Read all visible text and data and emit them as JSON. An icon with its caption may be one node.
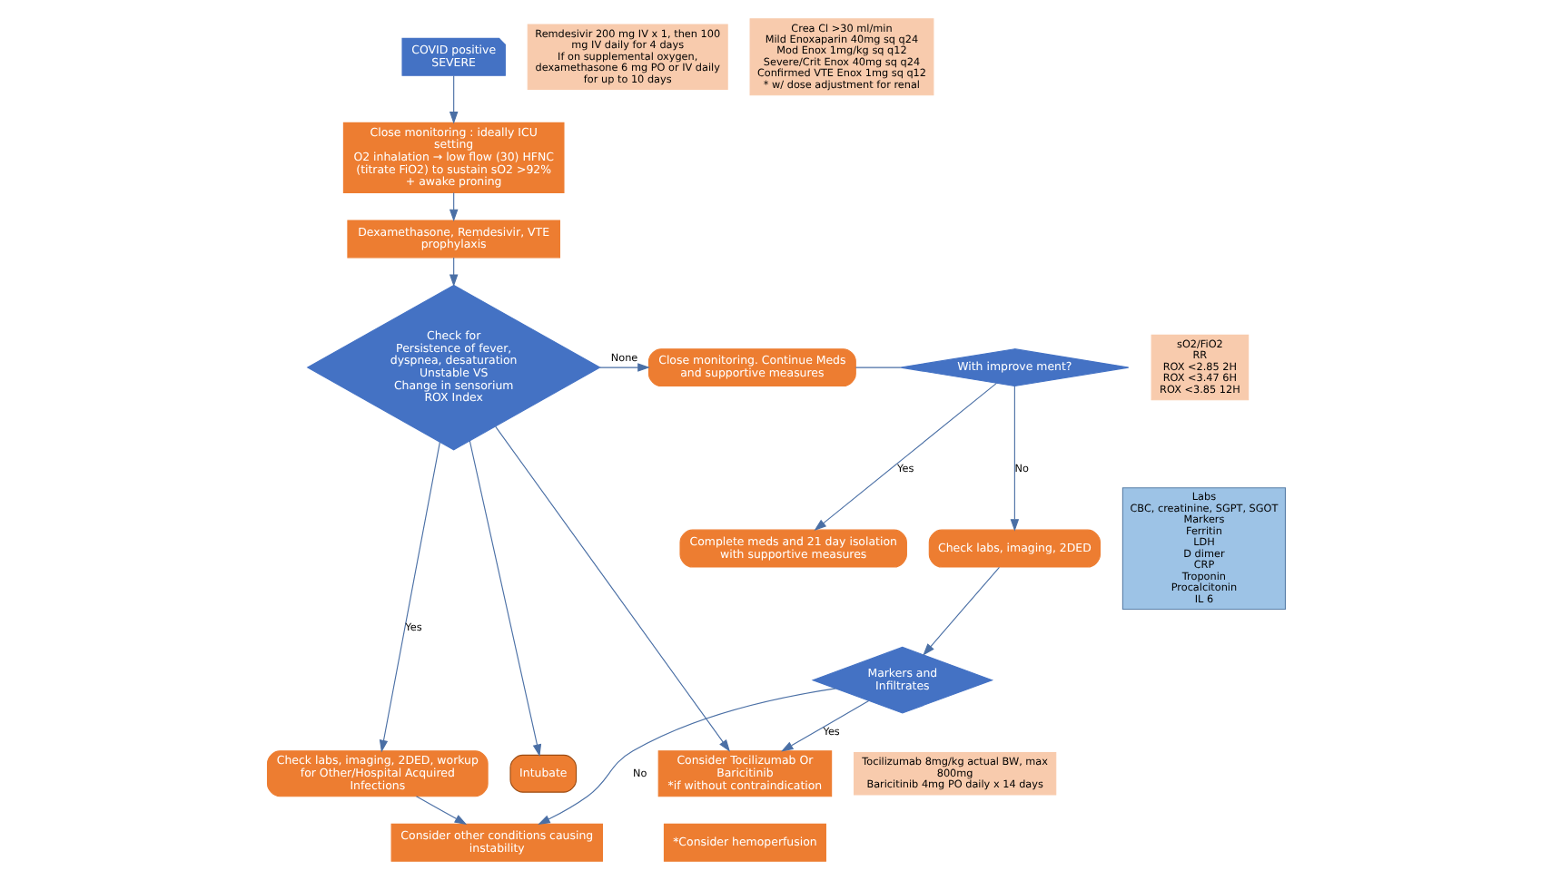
{
  "diagram": {
    "nodes": [
      {
        "text": [
          "COVID positive",
          "SEVERE"
        ]
      },
      {
        "text": [
          "Close monitoring : ideally ICU setting",
          "O2 inhalation → low flow (30) HFNC (titrate FiO2) to sustain sO2 >92% + awake proning"
        ]
      },
      {
        "text": [
          "Dexamethasone, Remdesivir, VTE prophylaxis"
        ]
      },
      {
        "text": [
          "Check for",
          "Persistence of fever,",
          "dyspnea, desaturation",
          "Unstable VS",
          "Change in sensorium",
          "ROX Index"
        ]
      },
      {
        "text": [
          "Close monitoring. Continue Meds and supportive measures"
        ]
      },
      {
        "text": [
          "With improve ment?"
        ]
      },
      {
        "text": [
          "Complete meds and 21 day isolation with supportive measures"
        ]
      },
      {
        "text": [
          "Check labs, imaging, 2DED"
        ]
      },
      {
        "text": [
          "Markers and Infiltrates"
        ]
      },
      {
        "text": [
          "Consider other conditions causing instability"
        ]
      },
      {
        "text": [
          "Check labs, imaging, 2DED, workup for Other/Hospital Acquired Infections"
        ]
      },
      {
        "text": [
          "Consider Tocilizumab Or Baricitinib",
          "*if without contraindication"
        ]
      },
      {
        "text": [
          "Intubate"
        ]
      },
      {
        "text": [
          "Remdesivir 200 mg IV x 1, then 100 mg IV daily for 4 days",
          "If on supplemental oxygen, dexamethasone 6 mg PO or IV daily for up to 10 days"
        ]
      },
      {
        "text": [
          "Crea Cl >30 ml/min",
          "Mild Enoxaparin 40mg sq q24",
          "Mod Enox 1mg/kg sq q12",
          "Severe/Crit Enox 40mg sq q24",
          "Confirmed VTE Enox 1mg sq q12",
          "* w/ dose adjustment for renal"
        ]
      },
      {
        "text": [
          "Labs",
          "CBC, creatinine, SGPT, SGOT",
          "Markers",
          "Ferritin",
          "LDH",
          "D dimer",
          "CRP",
          "Troponin",
          "Procalcitonin",
          "IL 6"
        ]
      },
      {
        "text": [
          "sO2/FiO2",
          "RR",
          "ROX <2.85 2H",
          "ROX <3.47 6H",
          "ROX <3.85 12H"
        ]
      },
      {
        "text": [
          "Tocilizumab 8mg/kg actual BW, max 800mg",
          "Baricitinib 4mg PO daily x 14 days"
        ]
      },
      {
        "text": [
          "*Consider hemoperfusion"
        ]
      }
    ],
    "edges": [
      {
        "from": 0,
        "to": 1,
        "arrow": "to"
      },
      {
        "from": 1,
        "to": 2,
        "arrow": "to"
      },
      {
        "from": 2,
        "to": 3,
        "arrow": "to"
      },
      {
        "from": 3,
        "to": 4,
        "arrow": "to",
        "label": "None"
      },
      {
        "from": 4,
        "to": 5,
        "arrow": "none"
      },
      {
        "from": 5,
        "to": 6,
        "arrow": "to",
        "label": "Yes"
      },
      {
        "from": 5,
        "to": 7,
        "arrow": "to",
        "label": "No"
      },
      {
        "from": 7,
        "to": 8,
        "arrow": "to"
      },
      {
        "from": 8,
        "to": 9,
        "arrow": "to",
        "label": "No"
      },
      {
        "from": 8,
        "to": 11,
        "arrow": "to",
        "label": "Yes"
      },
      {
        "from": 3,
        "to": 12,
        "arrow": "to"
      },
      {
        "from": 3,
        "to": 10,
        "arrow": "to",
        "label": "Yes"
      },
      {
        "from": 3,
        "to": 11,
        "arrow": "to"
      },
      {
        "from": 10,
        "to": 9,
        "arrow": "to"
      }
    ]
  }
}
